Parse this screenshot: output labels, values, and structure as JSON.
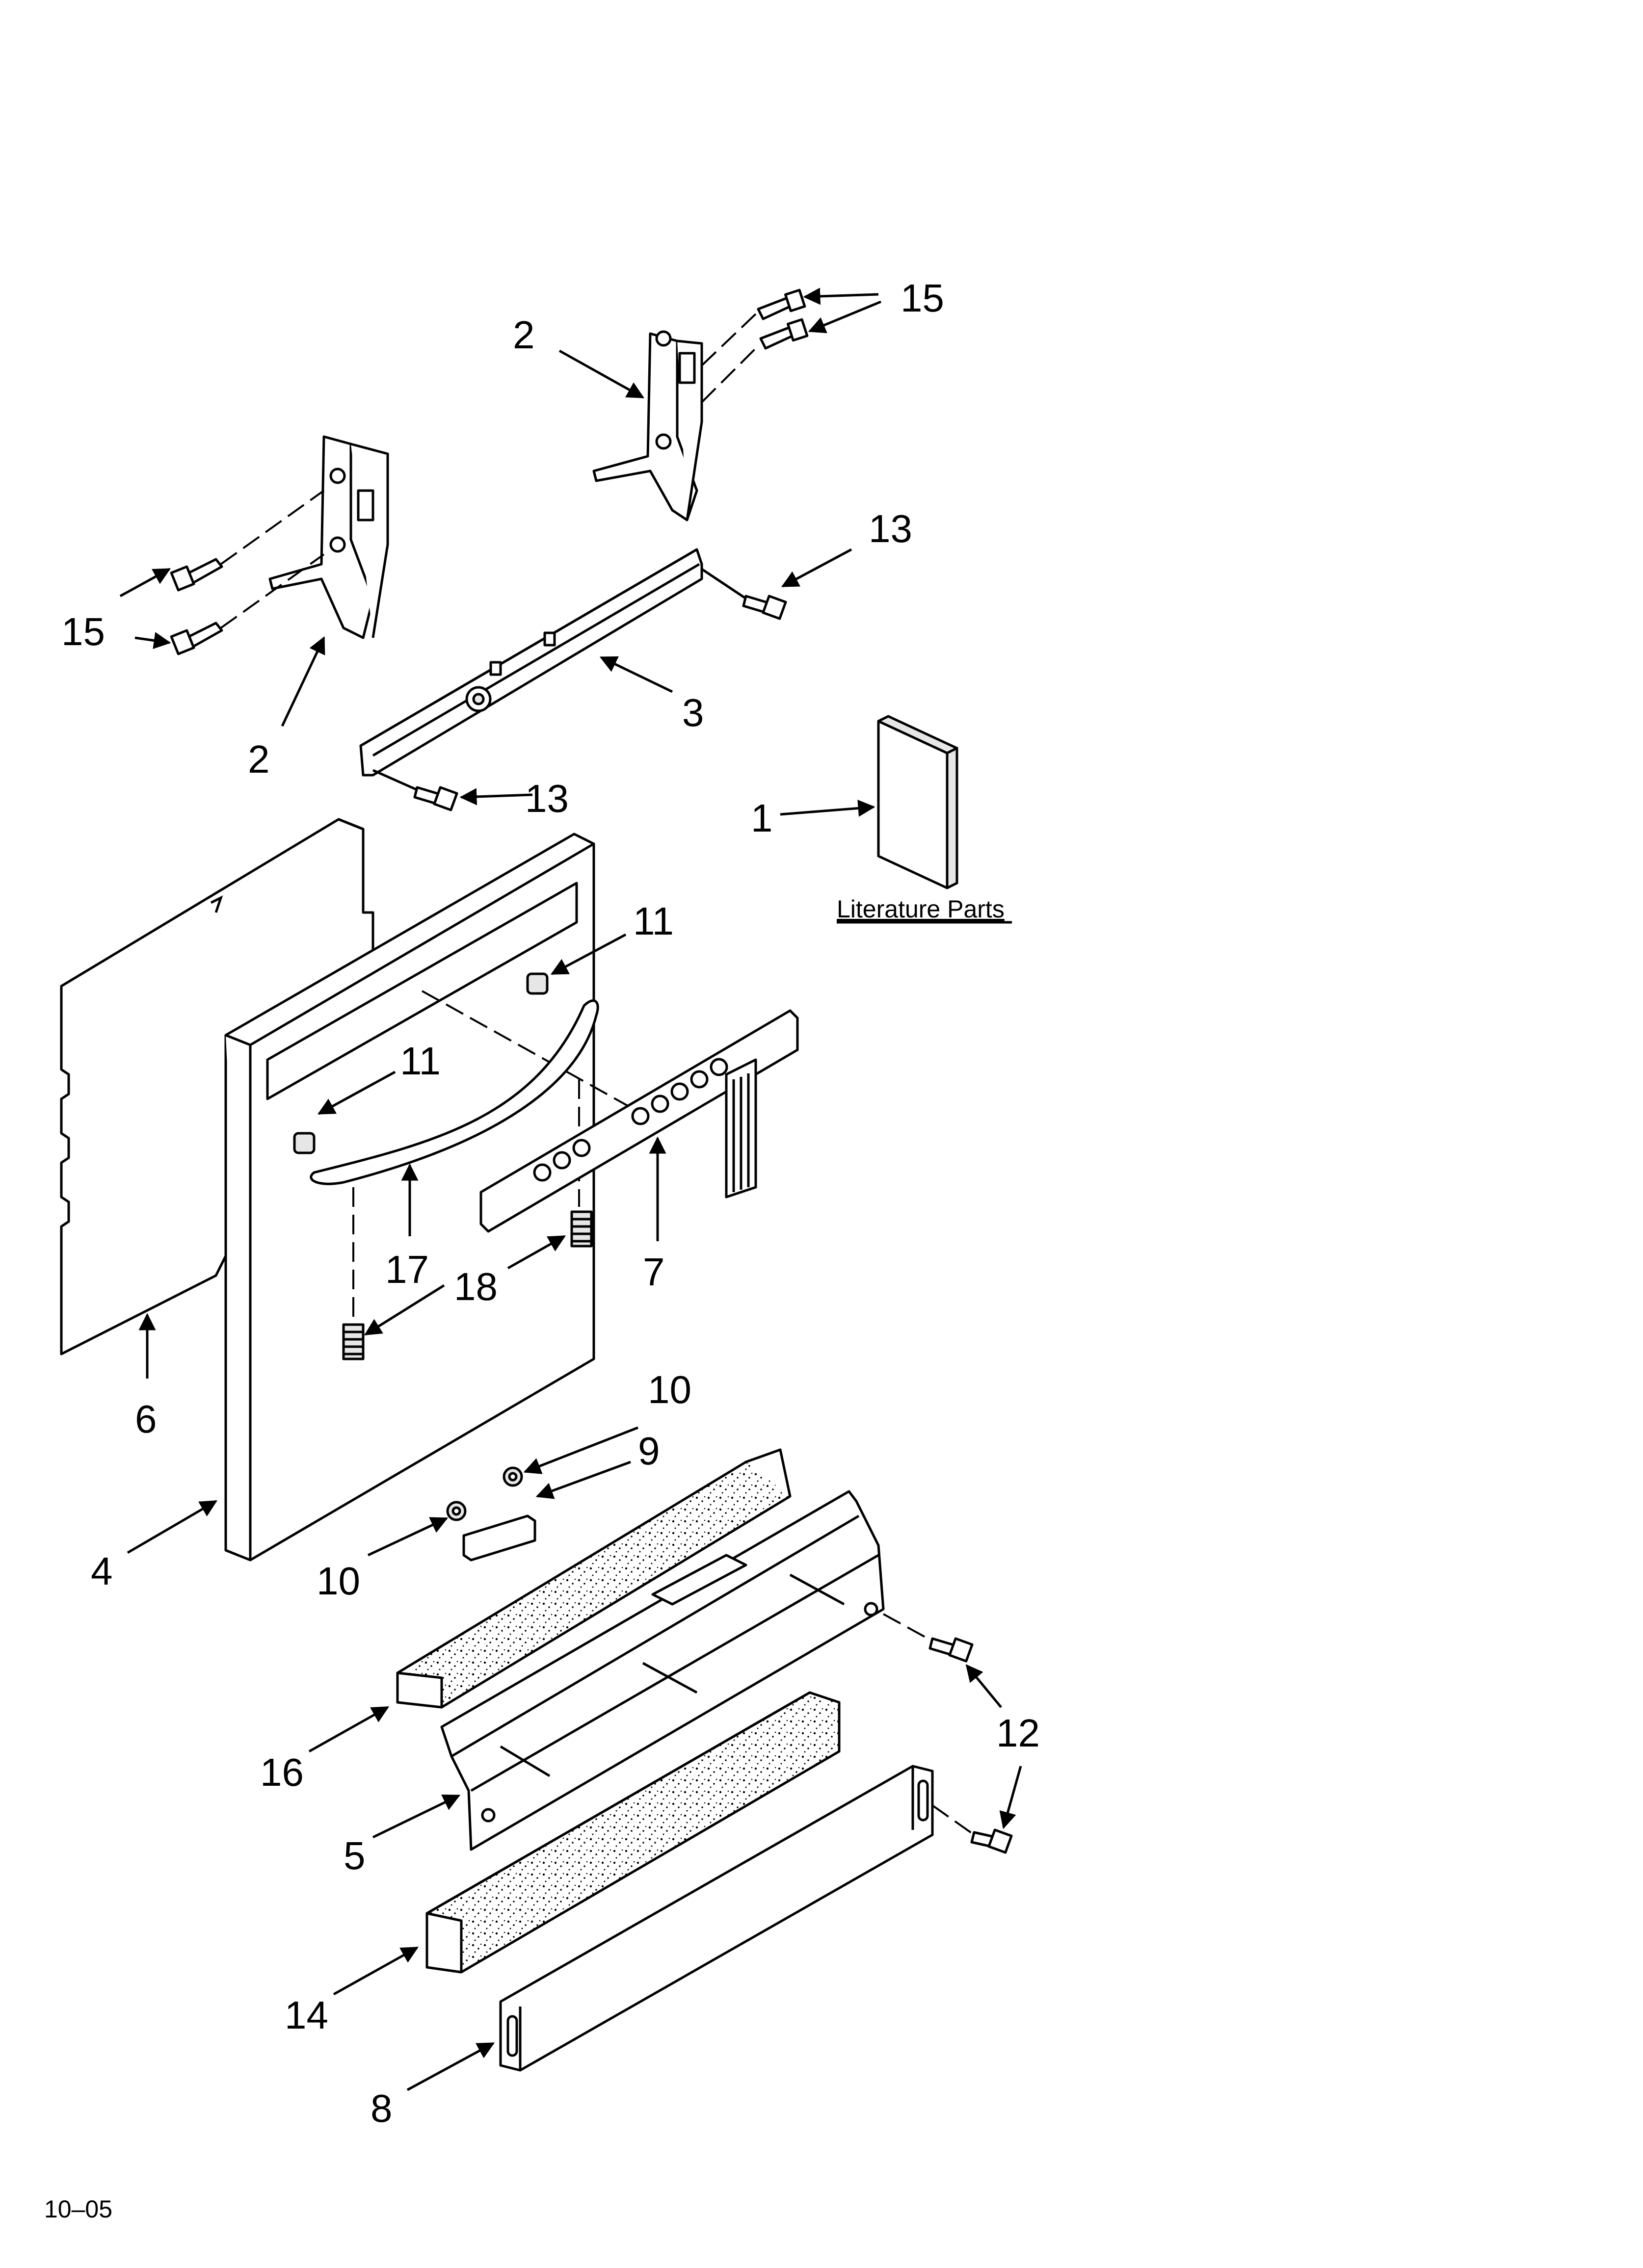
{
  "diagram": {
    "callouts": {
      "c1": "1",
      "c2a": "2",
      "c2b": "2",
      "c3": "3",
      "c4": "4",
      "c5": "5",
      "c6": "6",
      "c7": "7",
      "c8": "8",
      "c9": "9",
      "c10a": "10",
      "c10b": "10",
      "c11a": "11",
      "c11b": "11",
      "c12": "12",
      "c13a": "13",
      "c13b": "13",
      "c14": "14",
      "c15a": "15",
      "c15b": "15",
      "c16": "16",
      "c17": "17",
      "c18": "18"
    },
    "literature_label": "Literature Parts",
    "date_code": "10–05"
  }
}
